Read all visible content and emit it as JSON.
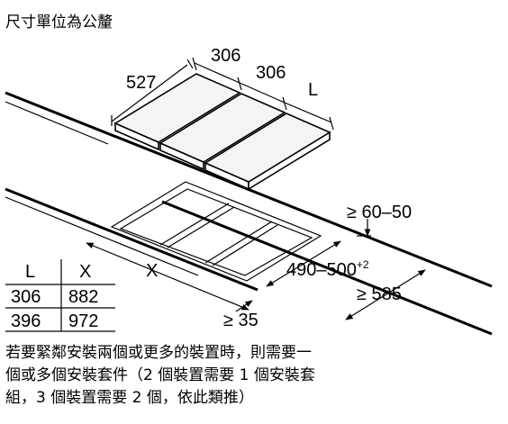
{
  "title": "尺寸單位為公釐",
  "dims": {
    "depth": "527",
    "width1": "306",
    "width2": "306",
    "width_var": "L",
    "clear_front": "≥ 60–50",
    "cutout_base": "490–500",
    "cutout_sup": "+2",
    "cutout_width": "X",
    "min_depth": "≥ 585",
    "min_edge": "≥ 35"
  },
  "table": {
    "headers": [
      "L",
      "X"
    ],
    "rows": [
      [
        "306",
        "882"
      ],
      [
        "396",
        "972"
      ]
    ]
  },
  "note_lines": [
    "若要緊鄰安裝兩個或更多的裝置時，則需要一",
    "個或多個安裝套件（2 個裝置需要 1 個安裝套",
    "組，3 個裝置需要 2 個，依此類推）"
  ]
}
